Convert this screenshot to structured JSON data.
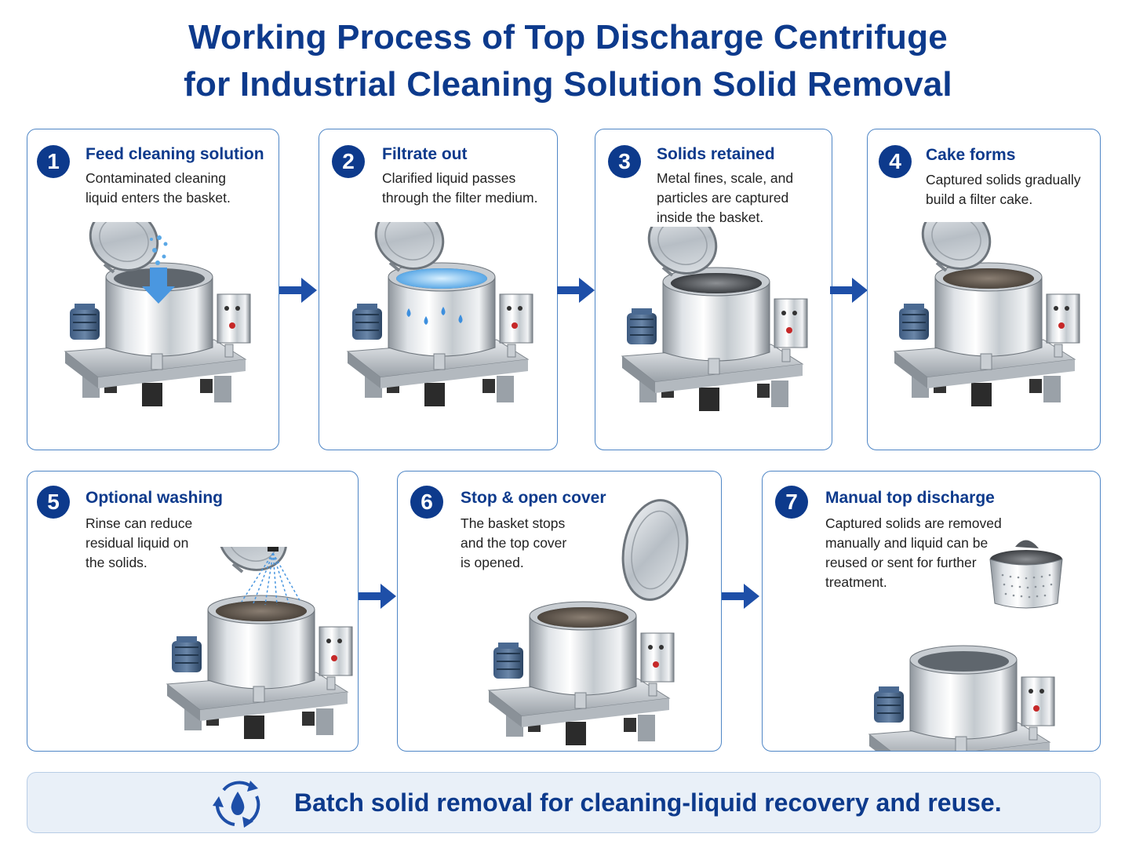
{
  "title": {
    "line1": "Working Process of Top Discharge Centrifuge",
    "line2": "for Industrial Cleaning Solution Solid Removal"
  },
  "steps": [
    {
      "number": "1",
      "title": "Feed cleaning solution",
      "desc": [
        "Contaminated cleaning",
        "liquid enters the basket."
      ],
      "icon": "centrifuge-feed"
    },
    {
      "number": "2",
      "title": "Filtrate out",
      "desc": [
        "Clarified liquid passes",
        "through the filter medium."
      ],
      "icon": "centrifuge-filtrate"
    },
    {
      "number": "3",
      "title": "Solids retained",
      "desc": [
        "Metal fines, scale, and",
        "particles are captured",
        "inside the basket."
      ],
      "icon": "centrifuge-solids"
    },
    {
      "number": "4",
      "title": "Cake forms",
      "desc": [
        "Captured solids gradually",
        "build a filter cake."
      ],
      "icon": "centrifuge-cake"
    },
    {
      "number": "5",
      "title": "Optional washing",
      "desc": [
        "Rinse can reduce",
        "residual liquid on",
        "the solids."
      ],
      "icon": "centrifuge-wash"
    },
    {
      "number": "6",
      "title": "Stop & open cover",
      "desc": [
        "The basket stops",
        "and the top cover",
        "is opened."
      ],
      "icon": "centrifuge-open"
    },
    {
      "number": "7",
      "title": "Manual top discharge",
      "desc": [
        "Captured solids are removed",
        "manually and liquid can be",
        "reused or sent for further",
        "treatment."
      ],
      "icon": "centrifuge-discharge"
    }
  ],
  "banner": {
    "text": "Batch solid removal for cleaning-liquid recovery and reuse.",
    "icon": "recycle-water-drop-icon"
  },
  "colors": {
    "accent": "#0d3a8c",
    "card_border": "#4f86c6",
    "arrow": "#1e4fa8",
    "banner_bg": "#e9f0f8"
  }
}
